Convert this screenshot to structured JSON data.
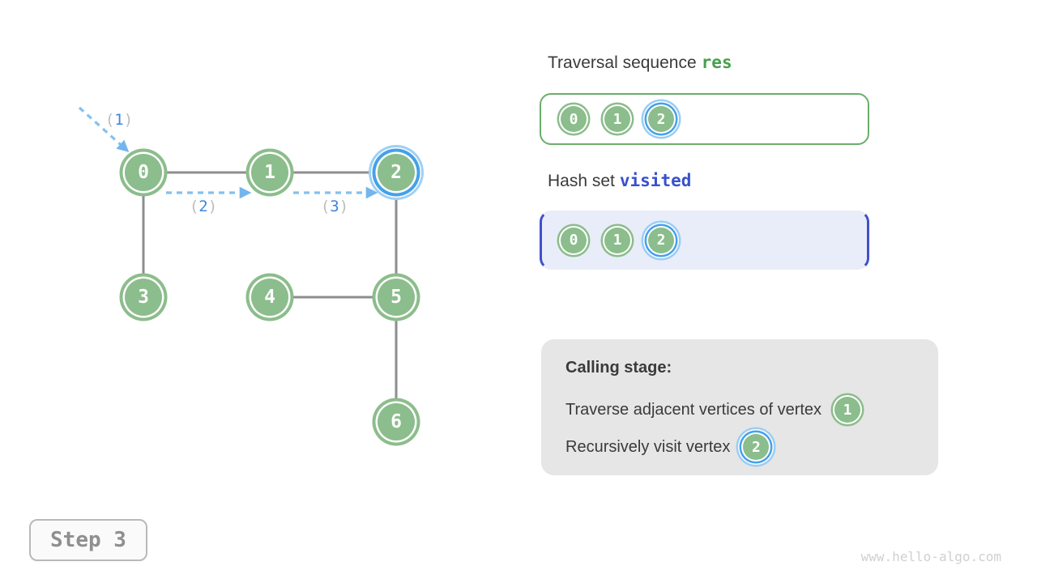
{
  "graph": {
    "nodes": [
      {
        "label": "0",
        "highlighted": false
      },
      {
        "label": "1",
        "highlighted": false
      },
      {
        "label": "2",
        "highlighted": true
      },
      {
        "label": "3",
        "highlighted": false
      },
      {
        "label": "4",
        "highlighted": false
      },
      {
        "label": "5",
        "highlighted": false
      },
      {
        "label": "6",
        "highlighted": false
      }
    ],
    "edges": [
      [
        "0",
        "1"
      ],
      [
        "1",
        "2"
      ],
      [
        "0",
        "3"
      ],
      [
        "2",
        "5"
      ],
      [
        "4",
        "5"
      ],
      [
        "5",
        "6"
      ]
    ],
    "arrow_labels": [
      {
        "open": "(",
        "num": "1",
        "close": ")"
      },
      {
        "open": "(",
        "num": "2",
        "close": ")"
      },
      {
        "open": "(",
        "num": "3",
        "close": ")"
      }
    ]
  },
  "panels": {
    "res": {
      "title_prefix": "Traversal sequence",
      "title_code": "res",
      "items": [
        {
          "label": "0",
          "highlighted": false
        },
        {
          "label": "1",
          "highlighted": false
        },
        {
          "label": "2",
          "highlighted": true
        }
      ]
    },
    "visited": {
      "title_prefix": "Hash set",
      "title_code": "visited",
      "items": [
        {
          "label": "0",
          "highlighted": false
        },
        {
          "label": "1",
          "highlighted": false
        },
        {
          "label": "2",
          "highlighted": true
        }
      ]
    },
    "calling": {
      "title": "Calling stage:",
      "line1_text": "Traverse adjacent vertices of vertex",
      "line1_node": "1",
      "line2_text": "Recursively visit vertex",
      "line2_node": "2"
    }
  },
  "footer": {
    "step_label": "Step 3",
    "watermark": "www.hello-algo.com"
  },
  "colors": {
    "node_green": "#8CBD8C",
    "highlight_blue": "#45A1E9",
    "highlight_outer_blue": "#9FD0F5",
    "edge_gray": "#8E8E8E",
    "arrow_dash_blue": "#85C0EF",
    "arrow_label_num_blue": "#3F87DC",
    "arrow_label_paren_gray": "#BDBDBD",
    "res_code_green": "#47A04B",
    "res_border_green": "#6BAE6B",
    "visited_code_indigo": "#3850CE",
    "visited_bg": "#E9EDF9",
    "visited_bracket": "#4150C8",
    "calling_bg": "#E6E6E6",
    "text_dark": "#3A3A3A",
    "step_gray": "#8F8F8F",
    "watermark_gray": "#D0D0D0"
  }
}
